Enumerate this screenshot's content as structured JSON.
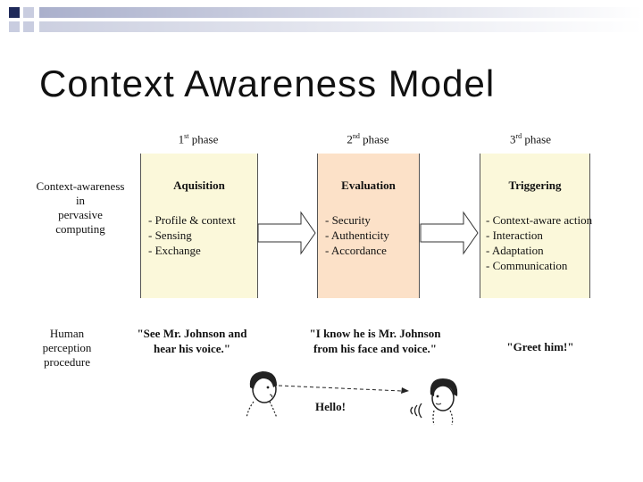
{
  "slide": {
    "title": "Context Awareness Model"
  },
  "colors": {
    "phase_box_fill": "#fbf8da",
    "evaluation_fill": "#fce1c8",
    "decor_dark": "#1f2a5a",
    "decor_light": "#c9cde0"
  },
  "phases": [
    {
      "num": "1",
      "sup": "st",
      "word": "phase",
      "heading": "Aquisition",
      "items": [
        "- Profile & context",
        "- Sensing",
        "- Exchange"
      ]
    },
    {
      "num": "2",
      "sup": "nd",
      "word": "phase",
      "heading": "Evaluation",
      "items": [
        "- Security",
        "- Authenticity",
        "- Accordance"
      ]
    },
    {
      "num": "3",
      "sup": "rd",
      "word": "phase",
      "heading": "Triggering",
      "items": [
        "- Context-aware action",
        "- Interaction",
        "- Adaptation",
        "- Communication"
      ]
    }
  ],
  "rows": {
    "computing": [
      "Context-awareness",
      "in",
      "pervasive",
      "computing"
    ],
    "human": [
      "Human",
      "perception",
      "procedure"
    ]
  },
  "quotes": [
    [
      "\"See Mr. Johnson and",
      "hear his voice.\""
    ],
    [
      "\"I know he is Mr. Johnson",
      "from his face and voice.\""
    ],
    [
      "\"Greet him!\""
    ]
  ],
  "scene": {
    "greeting": "Hello!",
    "icons": [
      "person-icon",
      "sound-waves-icon",
      "arrow-icon"
    ]
  }
}
